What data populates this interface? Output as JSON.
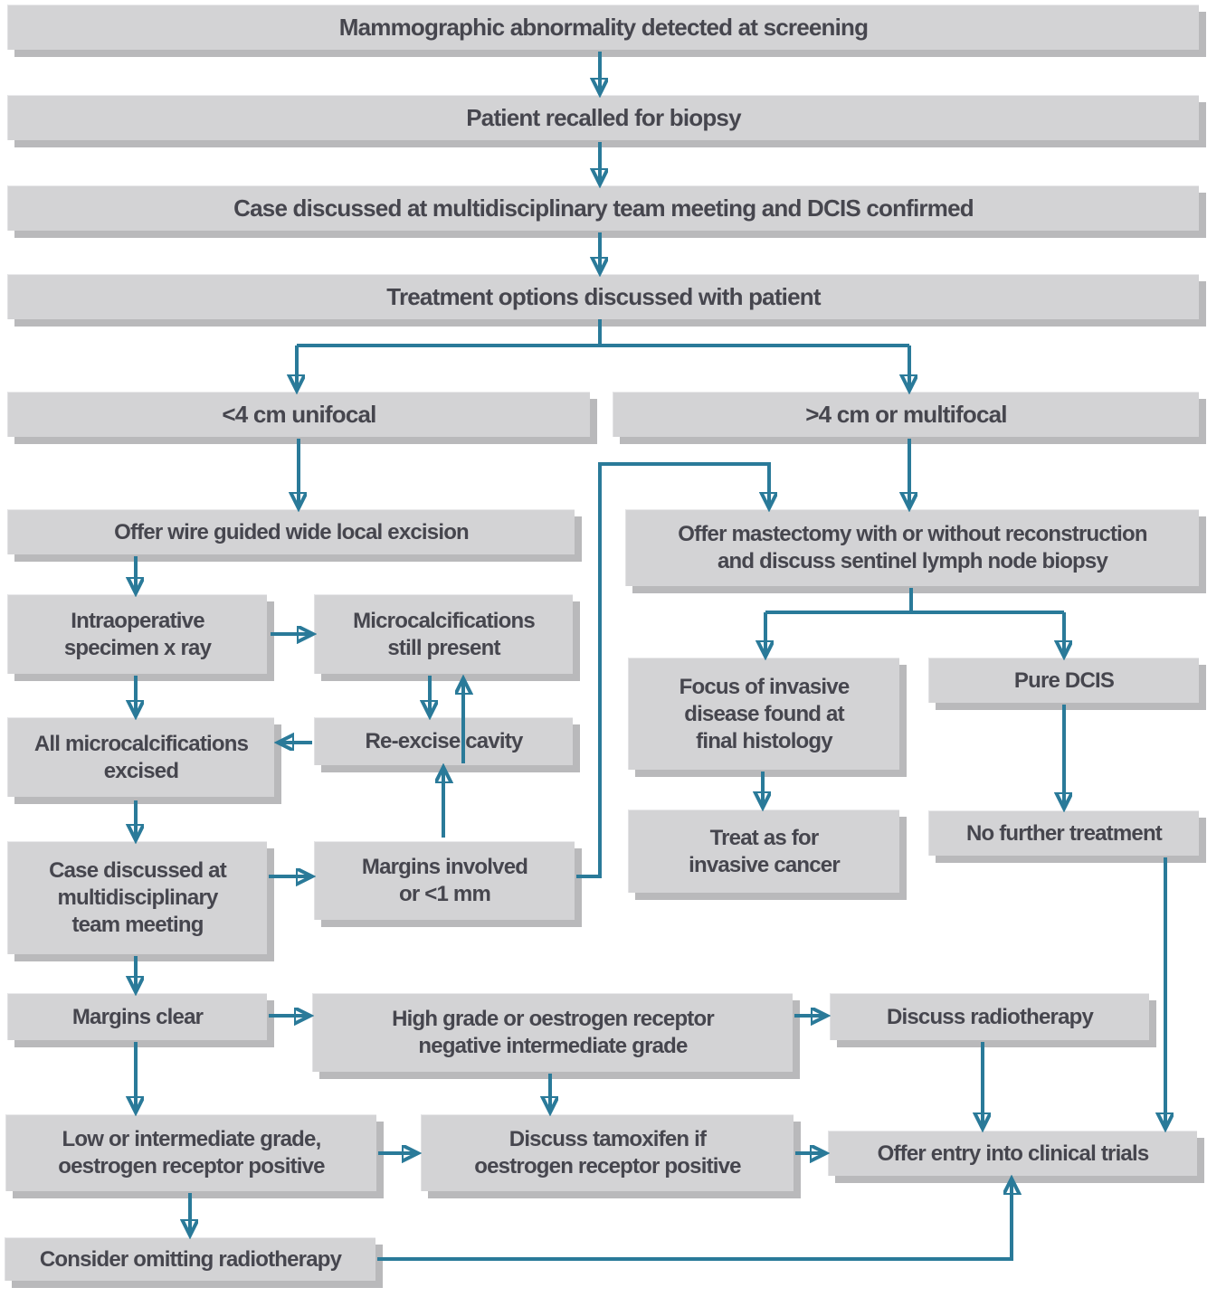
{
  "figure": {
    "type": "flowchart",
    "subject": "DCIS screening and treatment pathway"
  },
  "colors": {
    "background": "#ffffff",
    "box_fill": "#d3d3d5",
    "box_shadow": "#b9b9bb",
    "arrow": "#2a7a99",
    "text": "#46464e"
  },
  "nodes": {
    "screening": {
      "label": "Mammographic abnormality detected at screening"
    },
    "recall": {
      "label": "Patient recalled for biopsy"
    },
    "mdtConfirmed": {
      "label": "Case discussed at multidisciplinary team meeting and DCIS confirmed"
    },
    "options": {
      "label": "Treatment options discussed with patient"
    },
    "unifocal": {
      "label": "<4 cm unifocal"
    },
    "multifocal": {
      "label": ">4 cm or multifocal"
    },
    "wle": {
      "label": "Offer wire guided wide local excision"
    },
    "mastectomy": {
      "label": "Offer mastectomy with or without reconstruction\nand discuss sentinel lymph node biopsy"
    },
    "intraop": {
      "label": "Intraoperative\nspecimen x ray"
    },
    "microcalcPresent": {
      "label": "Microcalcifications\nstill present"
    },
    "allExcised": {
      "label": "All microcalcifications\nexcised"
    },
    "reExcise": {
      "label": "Re-excise cavity"
    },
    "caseMdt": {
      "label": "Case discussed at\nmultidisciplinary\nteam meeting"
    },
    "marginsInvolved": {
      "label": "Margins involved\nor <1 mm"
    },
    "focusInvasive": {
      "label": "Focus of invasive\ndisease found at\nfinal histology"
    },
    "pureDcis": {
      "label": "Pure DCIS"
    },
    "treatInvasive": {
      "label": "Treat as for\ninvasive cancer"
    },
    "noFurther": {
      "label": "No further treatment"
    },
    "marginsClear": {
      "label": "Margins clear"
    },
    "highGrade": {
      "label": "High grade or oestrogen receptor\nnegative intermediate grade"
    },
    "discussRadio": {
      "label": "Discuss radiotherapy"
    },
    "lowGrade": {
      "label": "Low or intermediate grade,\noestrogen receptor positive"
    },
    "tamoxifen": {
      "label": "Discuss tamoxifen if\noestrogen receptor positive"
    },
    "trials": {
      "label": "Offer entry into clinical trials"
    },
    "omitRadio": {
      "label": "Consider omitting radiotherapy"
    }
  },
  "edges": [
    {
      "from": "screening",
      "to": "recall"
    },
    {
      "from": "recall",
      "to": "mdtConfirmed"
    },
    {
      "from": "mdtConfirmed",
      "to": "options"
    },
    {
      "from": "options",
      "to": "unifocal"
    },
    {
      "from": "options",
      "to": "multifocal"
    },
    {
      "from": "unifocal",
      "to": "wle"
    },
    {
      "from": "multifocal",
      "to": "mastectomy"
    },
    {
      "from": "marginsInvolved",
      "to": "mastectomy"
    },
    {
      "from": "wle",
      "to": "intraop"
    },
    {
      "from": "intraop",
      "to": "microcalcPresent"
    },
    {
      "from": "intraop",
      "to": "allExcised"
    },
    {
      "from": "microcalcPresent",
      "to": "reExcise"
    },
    {
      "from": "reExcise",
      "to": "microcalcPresent"
    },
    {
      "from": "reExcise",
      "to": "allExcised"
    },
    {
      "from": "allExcised",
      "to": "caseMdt"
    },
    {
      "from": "caseMdt",
      "to": "marginsInvolved"
    },
    {
      "from": "marginsInvolved",
      "to": "reExcise"
    },
    {
      "from": "caseMdt",
      "to": "marginsClear"
    },
    {
      "from": "marginsClear",
      "to": "highGrade"
    },
    {
      "from": "highGrade",
      "to": "discussRadio"
    },
    {
      "from": "marginsClear",
      "to": "lowGrade"
    },
    {
      "from": "highGrade",
      "to": "tamoxifen"
    },
    {
      "from": "lowGrade",
      "to": "tamoxifen"
    },
    {
      "from": "lowGrade",
      "to": "omitRadio"
    },
    {
      "from": "tamoxifen",
      "to": "trials"
    },
    {
      "from": "discussRadio",
      "to": "trials"
    },
    {
      "from": "noFurther",
      "to": "trials"
    },
    {
      "from": "omitRadio",
      "to": "trials"
    },
    {
      "from": "mastectomy",
      "to": "focusInvasive"
    },
    {
      "from": "mastectomy",
      "to": "pureDcis"
    },
    {
      "from": "focusInvasive",
      "to": "treatInvasive"
    },
    {
      "from": "pureDcis",
      "to": "noFurther"
    }
  ]
}
